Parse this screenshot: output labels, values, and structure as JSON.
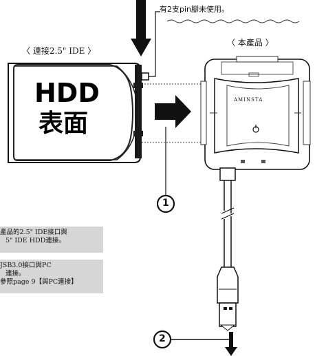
{
  "callouts": {
    "unused_pins": "有2支pin腳未使用。",
    "connect_label": "〈 連接2.5\" IDE 〉",
    "product_label": "〈 本產品 〉"
  },
  "hdd": {
    "line1": "HDD",
    "line2": "表面"
  },
  "device": {
    "brand": "AMINSTA"
  },
  "steps": {
    "step1": "1",
    "step2": "2"
  },
  "notes": {
    "note1": [
      "產品的2.5\" IDE接口與",
      "5\" IDE HDD連接。"
    ],
    "note2": [
      "JSB3.0接口與PC",
      "連接。",
      "參照page 9【與PC連接】"
    ]
  }
}
